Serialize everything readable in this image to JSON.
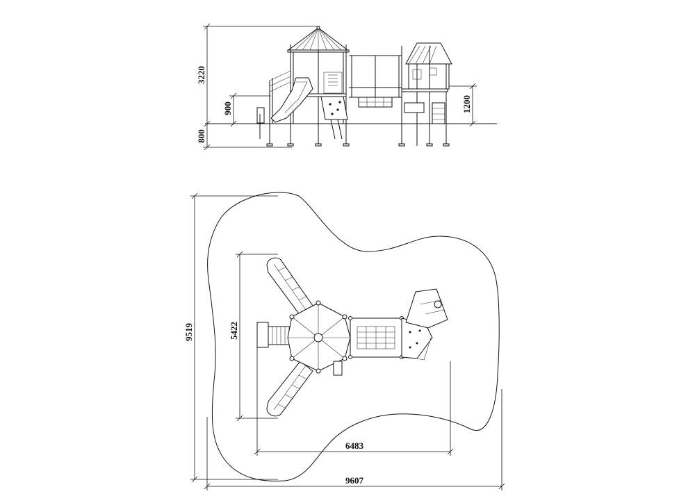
{
  "elevation": {
    "dimensions": {
      "total_height": "3220",
      "slide_platform_height": "900",
      "right_platform_height": "1200",
      "foundation_depth": "800"
    }
  },
  "plan": {
    "dimensions": {
      "total_depth": "9519",
      "structure_depth": "5422",
      "structure_width": "6483",
      "total_width": "9607"
    }
  }
}
